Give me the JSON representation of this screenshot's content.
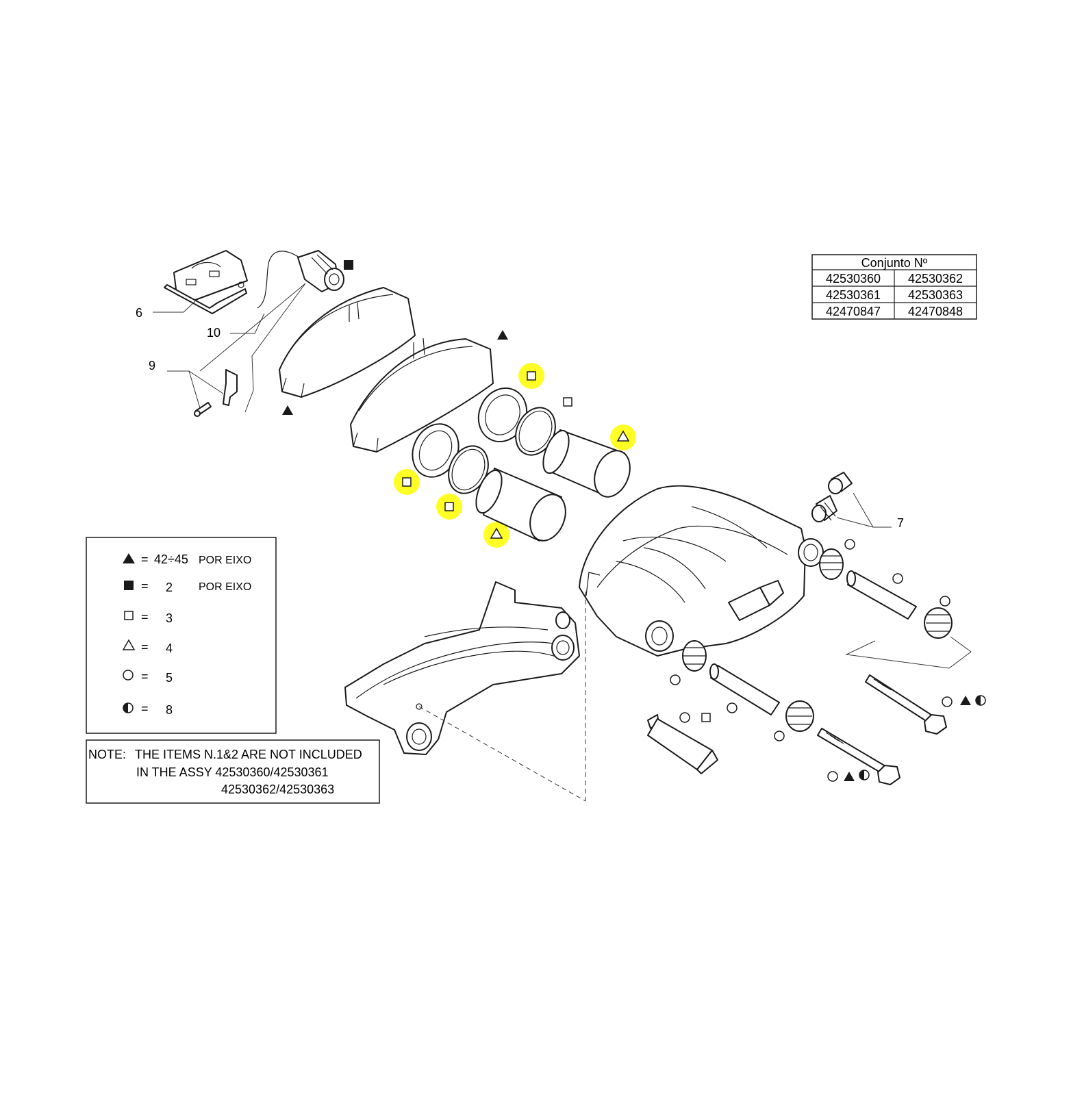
{
  "colors": {
    "highlight": "#ffff00",
    "ink": "#1a1a1a",
    "background": "#ffffff"
  },
  "conjunto": {
    "header": "Conjunto Nº",
    "rows": [
      [
        "42530360",
        "42530362"
      ],
      [
        "42530361",
        "42530363"
      ],
      [
        "42470847",
        "42470848"
      ]
    ]
  },
  "callouts": {
    "c6": "6",
    "c10": "10",
    "c9": "9",
    "c7": "7"
  },
  "legend": [
    {
      "icon": "filled-triangle-icon",
      "eq": "=",
      "value": "42÷45",
      "note": "POR EIXO"
    },
    {
      "icon": "filled-square-icon",
      "eq": "=",
      "value": "2",
      "note": "POR EIXO"
    },
    {
      "icon": "open-square-icon",
      "eq": "=",
      "value": "3",
      "note": ""
    },
    {
      "icon": "open-triangle-icon",
      "eq": "=",
      "value": "4",
      "note": ""
    },
    {
      "icon": "open-circle-icon",
      "eq": "=",
      "value": "5",
      "note": ""
    },
    {
      "icon": "half-circle-icon",
      "eq": "=",
      "value": "8",
      "note": ""
    }
  ],
  "note": {
    "label": "NOTE:",
    "line1": "THE ITEMS N.1&2 ARE NOT INCLUDED",
    "line2": "IN THE ASSY 42530360/42530361",
    "line3": "42530362/42530363"
  }
}
